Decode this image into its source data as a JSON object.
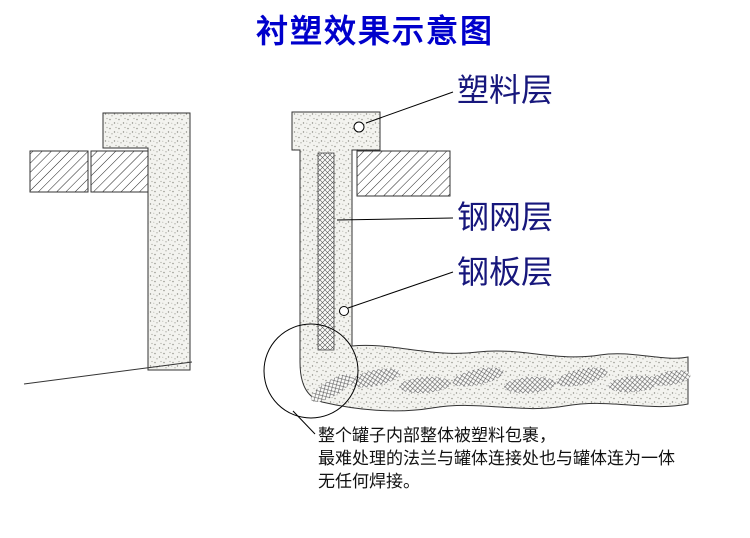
{
  "title": "衬塑效果示意图",
  "labels": {
    "plastic": "塑料层",
    "mesh": "钢网层",
    "plate": "钢板层"
  },
  "annotation": {
    "line1": "整个罐子内部整体被塑料包裹，",
    "line2": "最难处理的法兰与罐体连接处也与罐体连为一体",
    "line3": "无任何焊接。"
  },
  "colors": {
    "title": "#0000cc",
    "label": "#17177c",
    "annotation": "#111111",
    "line": "#000000"
  }
}
